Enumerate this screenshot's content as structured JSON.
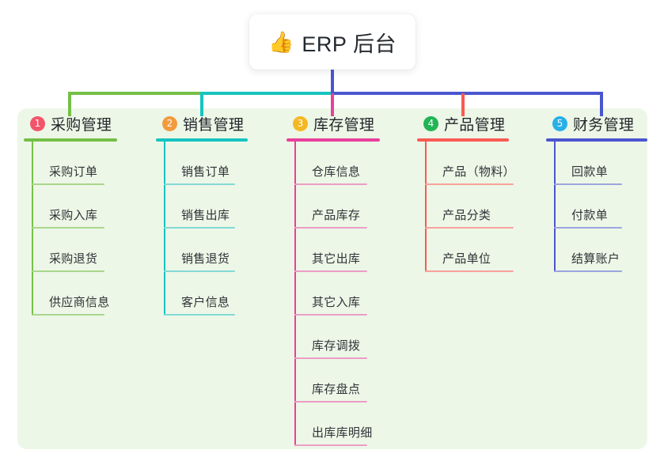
{
  "diagram": {
    "type": "mind-map",
    "background_color": "#ffffff",
    "panel_color": "#edf7e7"
  },
  "root": {
    "emoji": "👍",
    "emoji_name": "thumbs-up-emoji",
    "title": "ERP 后台"
  },
  "columns": [
    {
      "number": "1",
      "title": "采购管理",
      "badge_color": "#f2556b",
      "line_color": "#74bf47",
      "item_line_color": "#a9d68c",
      "connector_color": "#74bf47",
      "items": [
        "采购订单",
        "采购入库",
        "采购退货",
        "供应商信息"
      ]
    },
    {
      "number": "2",
      "title": "销售管理",
      "badge_color": "#f29b3d",
      "line_color": "#17c4c0",
      "item_line_color": "#84d9d6",
      "connector_color": "#17c4c0",
      "items": [
        "销售订单",
        "销售出库",
        "销售退货",
        "客户信息"
      ]
    },
    {
      "number": "3",
      "title": "库存管理",
      "badge_color": "#f5b823",
      "line_color": "#e8409a",
      "item_line_color": "#eb9ec6",
      "connector_color": "#e8409a",
      "items": [
        "仓库信息",
        "产品库存",
        "其它出库",
        "其它入库",
        "库存调拨",
        "库存盘点",
        "出库库明细"
      ]
    },
    {
      "number": "4",
      "title": "产品管理",
      "badge_color": "#22b455",
      "line_color": "#fa5a54",
      "item_line_color": "#f8a19d",
      "connector_color": "#fa5a54",
      "items": [
        "产品（物料）",
        "产品分类",
        "产品单位"
      ]
    },
    {
      "number": "5",
      "title": "财务管理",
      "badge_color": "#29b0e8",
      "line_color": "#4a56cf",
      "item_line_color": "#9aa6e0",
      "connector_color": "#4a56cf",
      "items": [
        "回款单",
        "付款单",
        "结算账户"
      ]
    }
  ],
  "connectors": {
    "trunk_color": "#4a56cf",
    "bar_segments": [
      {
        "name": "green-segment",
        "color": "#74bf47"
      },
      {
        "name": "teal-segment",
        "color": "#17c4c0"
      },
      {
        "name": "blue-segment",
        "color": "#4a56cf"
      }
    ]
  }
}
